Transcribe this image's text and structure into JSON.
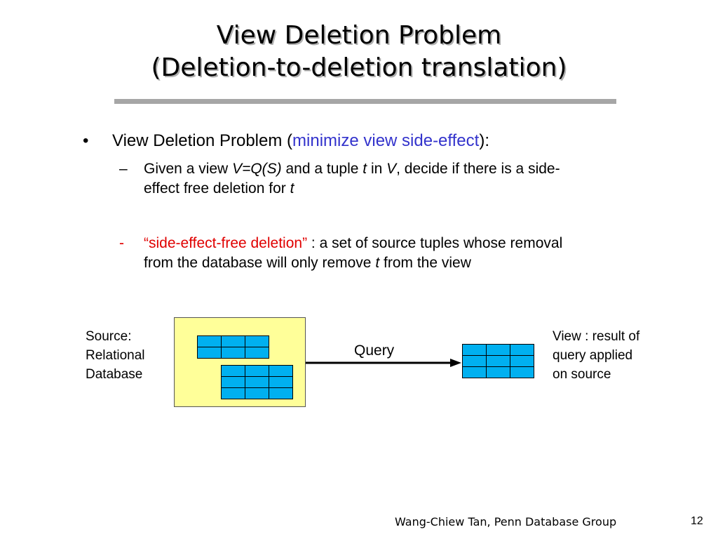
{
  "slide": {
    "title_line1": "View Deletion Problem",
    "title_line2": "(Deletion-to-deletion translation)",
    "bullet1": {
      "marker": "•",
      "text_before": "View Deletion Problem (",
      "highlight": "minimize view side-effect",
      "text_after": "):"
    },
    "sub1": {
      "marker": "–",
      "p1": "Given a view ",
      "p2": "V=Q(S)",
      "p3": " and a tuple ",
      "p4": "t",
      "p5": " in ",
      "p6": "V",
      "p7": ", decide if there is a side-",
      "p8": "effect free deletion for ",
      "p9": "t"
    },
    "sub2": {
      "marker": "-",
      "highlight": "“side-effect-free deletion”",
      "p1": " : a set of source tuples whose removal",
      "p2": "from the database will only remove ",
      "p3": "t",
      "p4": "  from the view"
    },
    "diagram": {
      "source_label": [
        "Source:",
        "Relational",
        "Database"
      ],
      "query_label": "Query",
      "view_label": [
        "View : result of",
        "query applied",
        "on source"
      ]
    },
    "footer": "Wang-Chiew Tan, Penn Database Group",
    "page_number": "12"
  }
}
